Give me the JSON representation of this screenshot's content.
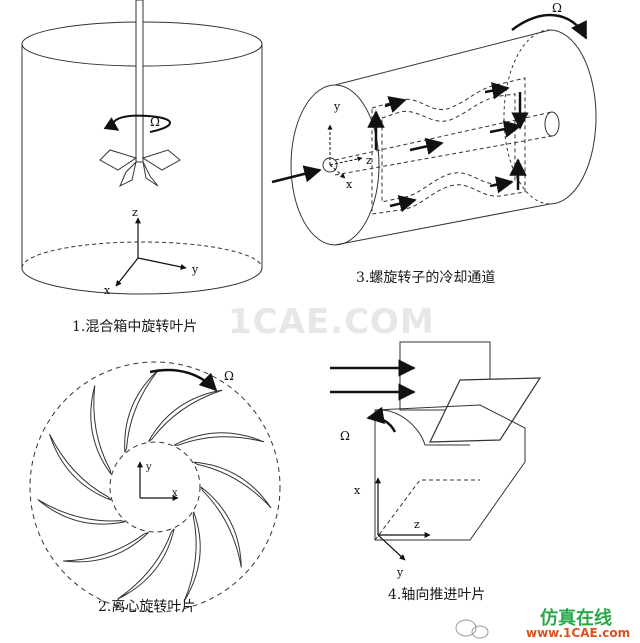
{
  "figure": {
    "captions": {
      "fig1": "1.混合箱中旋转叶片",
      "fig2": "2.离心旋转叶片",
      "fig3": "3.螺旋转子的冷却通道",
      "fig4": "4.轴向推进叶片"
    },
    "symbols": {
      "omega": "Ω",
      "x": "x",
      "y": "y",
      "z": "z"
    },
    "watermark": "1CAE.COM",
    "brand": {
      "title": "仿真在线",
      "site": "www.1CAE.com",
      "title_color": "#2ba84a",
      "site_color": "#d9531e"
    }
  }
}
